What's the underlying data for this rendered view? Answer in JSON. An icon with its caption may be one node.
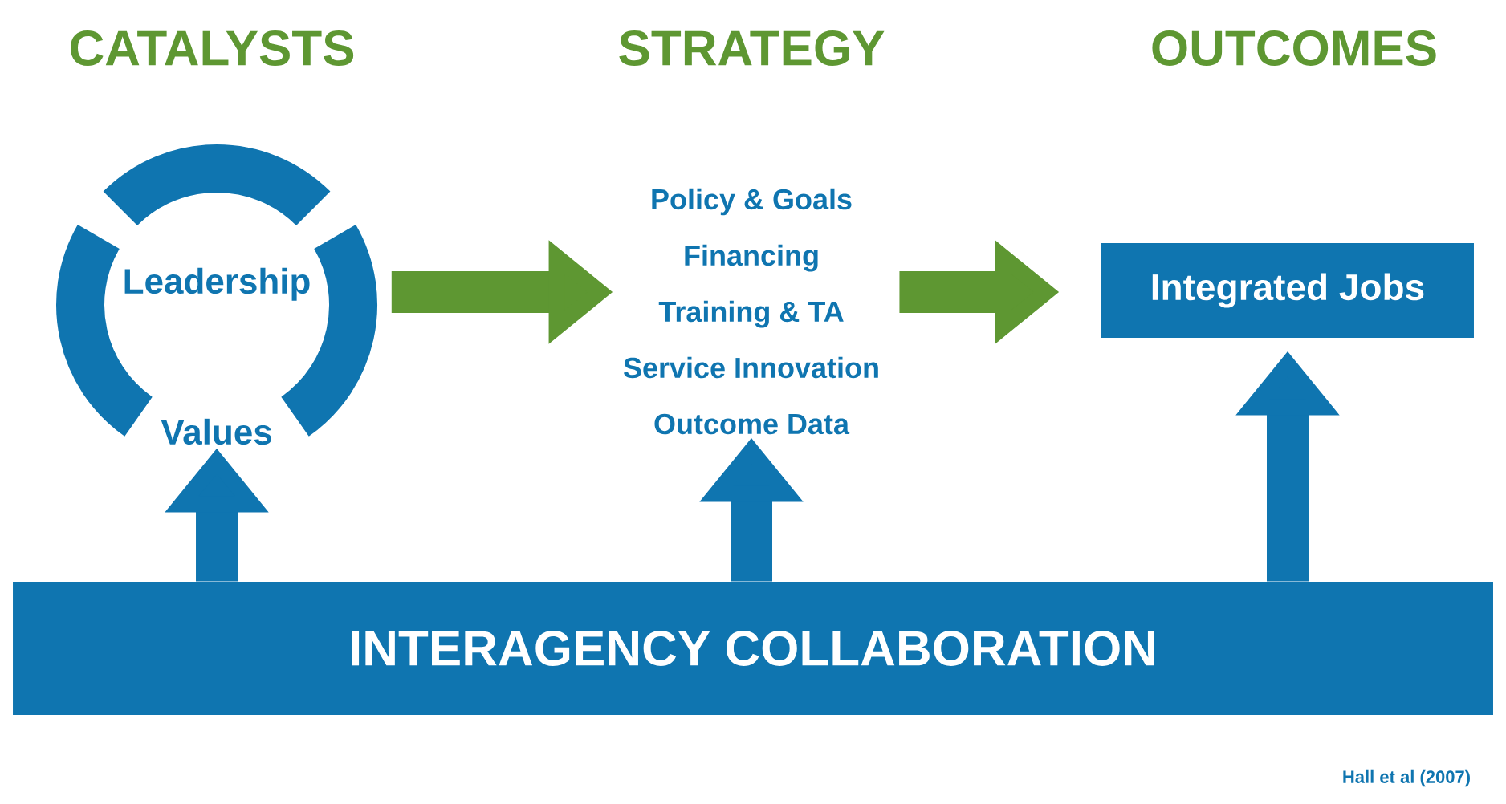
{
  "diagram": {
    "nodes": [
      {
        "text": [
          "Leadership",
          "Values"
        ]
      },
      {
        "text": [
          "Policy & Goals",
          "Financing",
          "Training & TA",
          "Service Innovation",
          "Outcome Data"
        ]
      },
      {
        "text": [
          "Integrated Jobs"
        ]
      },
      {
        "text": [
          "INTERAGENCY COLLABORATION"
        ]
      }
    ],
    "edges": [
      {
        "from": 0,
        "to": 1,
        "arrow": "to",
        "color": "#5e9732"
      },
      {
        "from": 1,
        "to": 2,
        "arrow": "to",
        "color": "#5e9732"
      },
      {
        "from": 3,
        "to": 0,
        "arrow": "to"
      },
      {
        "from": 3,
        "to": 1,
        "arrow": "to"
      },
      {
        "from": 3,
        "to": 2,
        "arrow": "to"
      }
    ],
    "labels": [
      "CATALYSTS",
      "STRATEGY",
      "OUTCOMES",
      "Hall et al (2007)"
    ]
  }
}
